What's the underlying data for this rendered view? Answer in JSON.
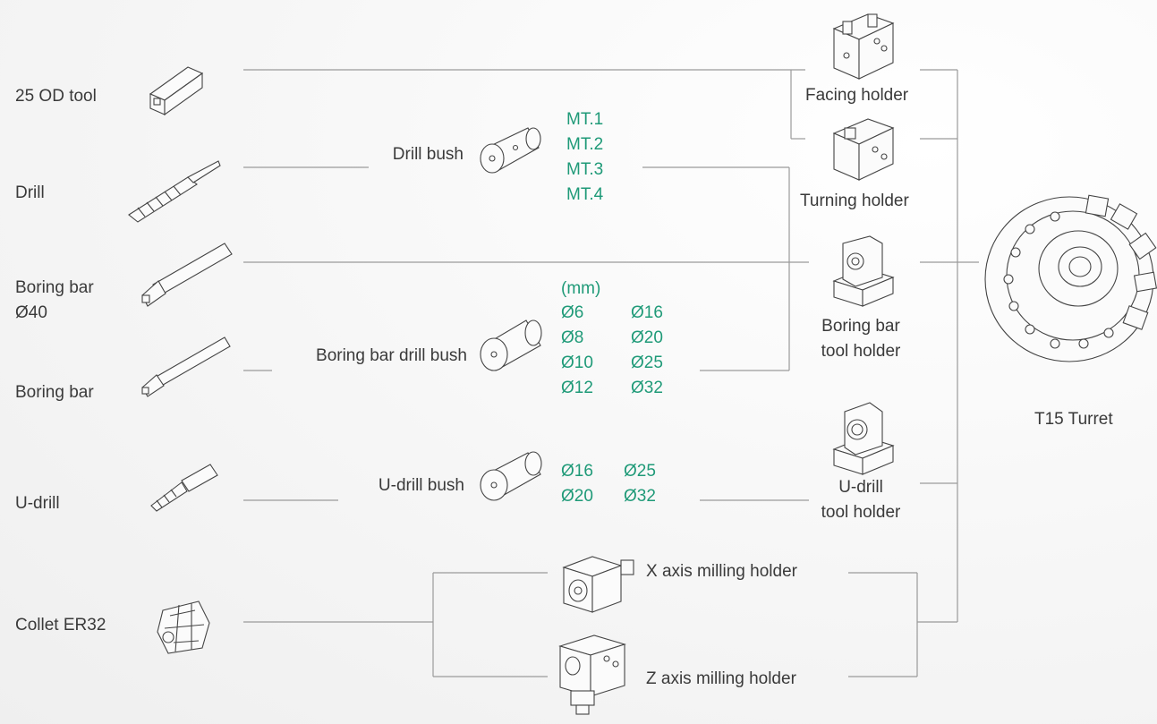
{
  "tools": {
    "od_tool": "25 OD tool",
    "drill": "Drill",
    "boring_bar_40_line1": "Boring bar",
    "boring_bar_40_line2": "Ø40",
    "boring_bar": "Boring bar",
    "u_drill": "U-drill",
    "collet": "Collet ER32"
  },
  "bushes": {
    "drill_bush": "Drill bush",
    "boring_bar_drill_bush": "Boring bar drill bush",
    "u_drill_bush": "U-drill bush"
  },
  "specs": {
    "drill_bush_sizes": [
      "MT.1",
      "MT.2",
      "MT.3",
      "MT.4"
    ],
    "boring_unit": "(mm)",
    "boring_sizes_col1": [
      "Ø6",
      "Ø8",
      "Ø10",
      "Ø12"
    ],
    "boring_sizes_col2": [
      "Ø16",
      "Ø20",
      "Ø25",
      "Ø32"
    ],
    "u_drill_sizes_col1": [
      "Ø16",
      "Ø20"
    ],
    "u_drill_sizes_col2": [
      "Ø25",
      "Ø32"
    ]
  },
  "holders": {
    "facing": "Facing holder",
    "turning": "Turning holder",
    "boring_line1": "Boring bar",
    "boring_line2": "tool holder",
    "u_drill_line1": "U-drill",
    "u_drill_line2": "tool holder",
    "x_milling": "X axis milling holder",
    "z_milling": "Z axis milling holder"
  },
  "turret": {
    "label": "T15 Turret"
  },
  "colors": {
    "spec_text": "#1f9a78",
    "lines": "#9a9a9a",
    "text": "#3a3a3a"
  }
}
